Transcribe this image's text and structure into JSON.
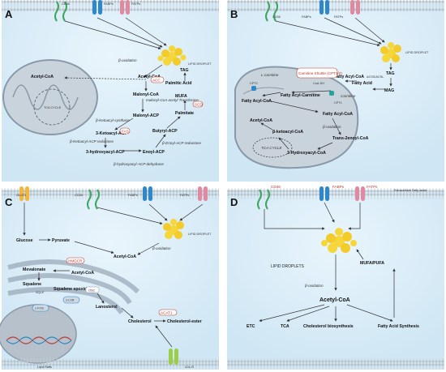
{
  "panels": [
    {
      "letter": "A",
      "membrane": {
        "cd36": "CD36",
        "fabps": "FABPs",
        "fatps": "FATPs"
      },
      "labels": {
        "acetyl_coa_mito": "Acetyl-CoA",
        "tca": "TCA CYCLE",
        "beta_ox": "β-oxidation",
        "lipid_droplet": "LIPID DROPLET",
        "acetyl_coa": "Acetyl-CoA",
        "acc": "ACC",
        "malonyl_coa": "Malonyl-CoA",
        "transferase": "malonyl-CoA acetyl Transferase",
        "malonyl_acp": "Malonyl-ACP",
        "ketoacyl_synthase": "β-Ketoacyl-synthase",
        "fas": "FAS",
        "ketoacyl_acp": "3-Ketoacyl-ACP",
        "butyryl_acp": "Butyryl-ACP",
        "ketoacyl_reductase": "β-Ketoacyl-ACP reductase",
        "enoyl_reductase": "β-Enoyl-ACP reductase",
        "hydroxyacyl_acp": "3-hydroxyacyl-ACP",
        "enoyl_acp": "Enoyl-ACP",
        "dehydrase": "β-hydroxyacyl-ACP dehydrase",
        "tag": "TAG",
        "palmitic": "Palmitic Acid",
        "mufa": "MUFA",
        "scd": "SCD",
        "palmitate": "Palmitate"
      }
    },
    {
      "letter": "B",
      "membrane": {
        "cd36": "CD36",
        "fabps": "FABPs",
        "fatps": "FATPs"
      },
      "labels": {
        "lipid_droplet": "LIPID DROPLET",
        "tag": "TAG",
        "mag": "MAG",
        "lcarnitine": "L-carnitine",
        "cpt2": "CPT2",
        "carnitine_shuttle": "Carnitine Shuttle (CPT1/2)",
        "coash": "CoA-SH",
        "carnitine": "Carnitine",
        "cpt1": "CPT1",
        "fatty_acyl_coa_top": "Fatty Acyl-CoA",
        "acsl": "ACSS/ACSL",
        "fatty_acid": "Fatty Acid",
        "fatty_acyl_coa_left": "Fatty Acyl-CoA",
        "fatty_acyl_carnitine": "Fatty Acyl-Carnitine",
        "fatty_acyl_coa_mid": "Fatty Acyl-CoA",
        "beta_ox": "β-oxidation",
        "acetyl_coa": "Acetyl-CoA",
        "ketoacyl_coa": "β-ketoacyl-CoA",
        "trans_enoyl": "Trans-2enoyl-CoA",
        "hydroxyacyl_coa": "3-Hydroxyacyl-CoA",
        "tca": "TCA CYCLE"
      }
    },
    {
      "letter": "C",
      "membrane": {
        "glut1": "GLUT1",
        "cd36": "CD36",
        "fabps": "FABPs",
        "fatps": "FATPs"
      },
      "labels": {
        "lipid_droplet": "LIPID DROPLET",
        "glucose": "Glucose",
        "pyruvate": "Pyruvate",
        "acetyl_coa_cyto": "Acetyl-CoA",
        "beta_ox": "β-oxidation",
        "hmgcr": "HMGCR",
        "mevalonate": "Mevalonate",
        "acetyl_coa_er": "Acetyl-CoA",
        "squalene": "Squalene",
        "squalene_ep": "Squalene epoxidase",
        "sqle": "SQLE",
        "osc": "OSC",
        "lanosterol": "Lanosterol",
        "cfos": "c-FOS",
        "clxr": "c-LXR",
        "cholesterol": "Cholesterol",
        "acat1": "ACAT1",
        "chol_ester": "Cholesterol-ester",
        "lipid_rafts": "Lipid Rafts",
        "ldlr": "LDL-R"
      }
    },
    {
      "letter": "D",
      "membrane": {
        "cd36": "CD36",
        "fabps": "FABPs",
        "fatps": "FATPs",
        "extracellular": "Extracellular Fatty acids"
      },
      "labels": {
        "lipid_droplets": "LIPID DROPLETS",
        "mufa_pufa": "MUFA/PUFA",
        "beta_ox": "β-oxidation",
        "acetyl_coa": "Acetyl-CoA",
        "etc": "ETC",
        "tca": "TCA",
        "chol_bio": "Cholesterol biosynthesis",
        "fa_synth": "Fatty Acid Synthesis"
      }
    }
  ],
  "colors": {
    "cell_bg": "#dceef8",
    "membrane_head": "#b9c3cb",
    "cd36": "#3aa55c",
    "fabps": "#2f86c8",
    "fatps": "#e08aa2",
    "glut1": "#f2b63c",
    "ldlr": "#9bcf4a",
    "droplet": "#f6d73b",
    "mito": "#8a99aa",
    "red": "#c0392b"
  }
}
